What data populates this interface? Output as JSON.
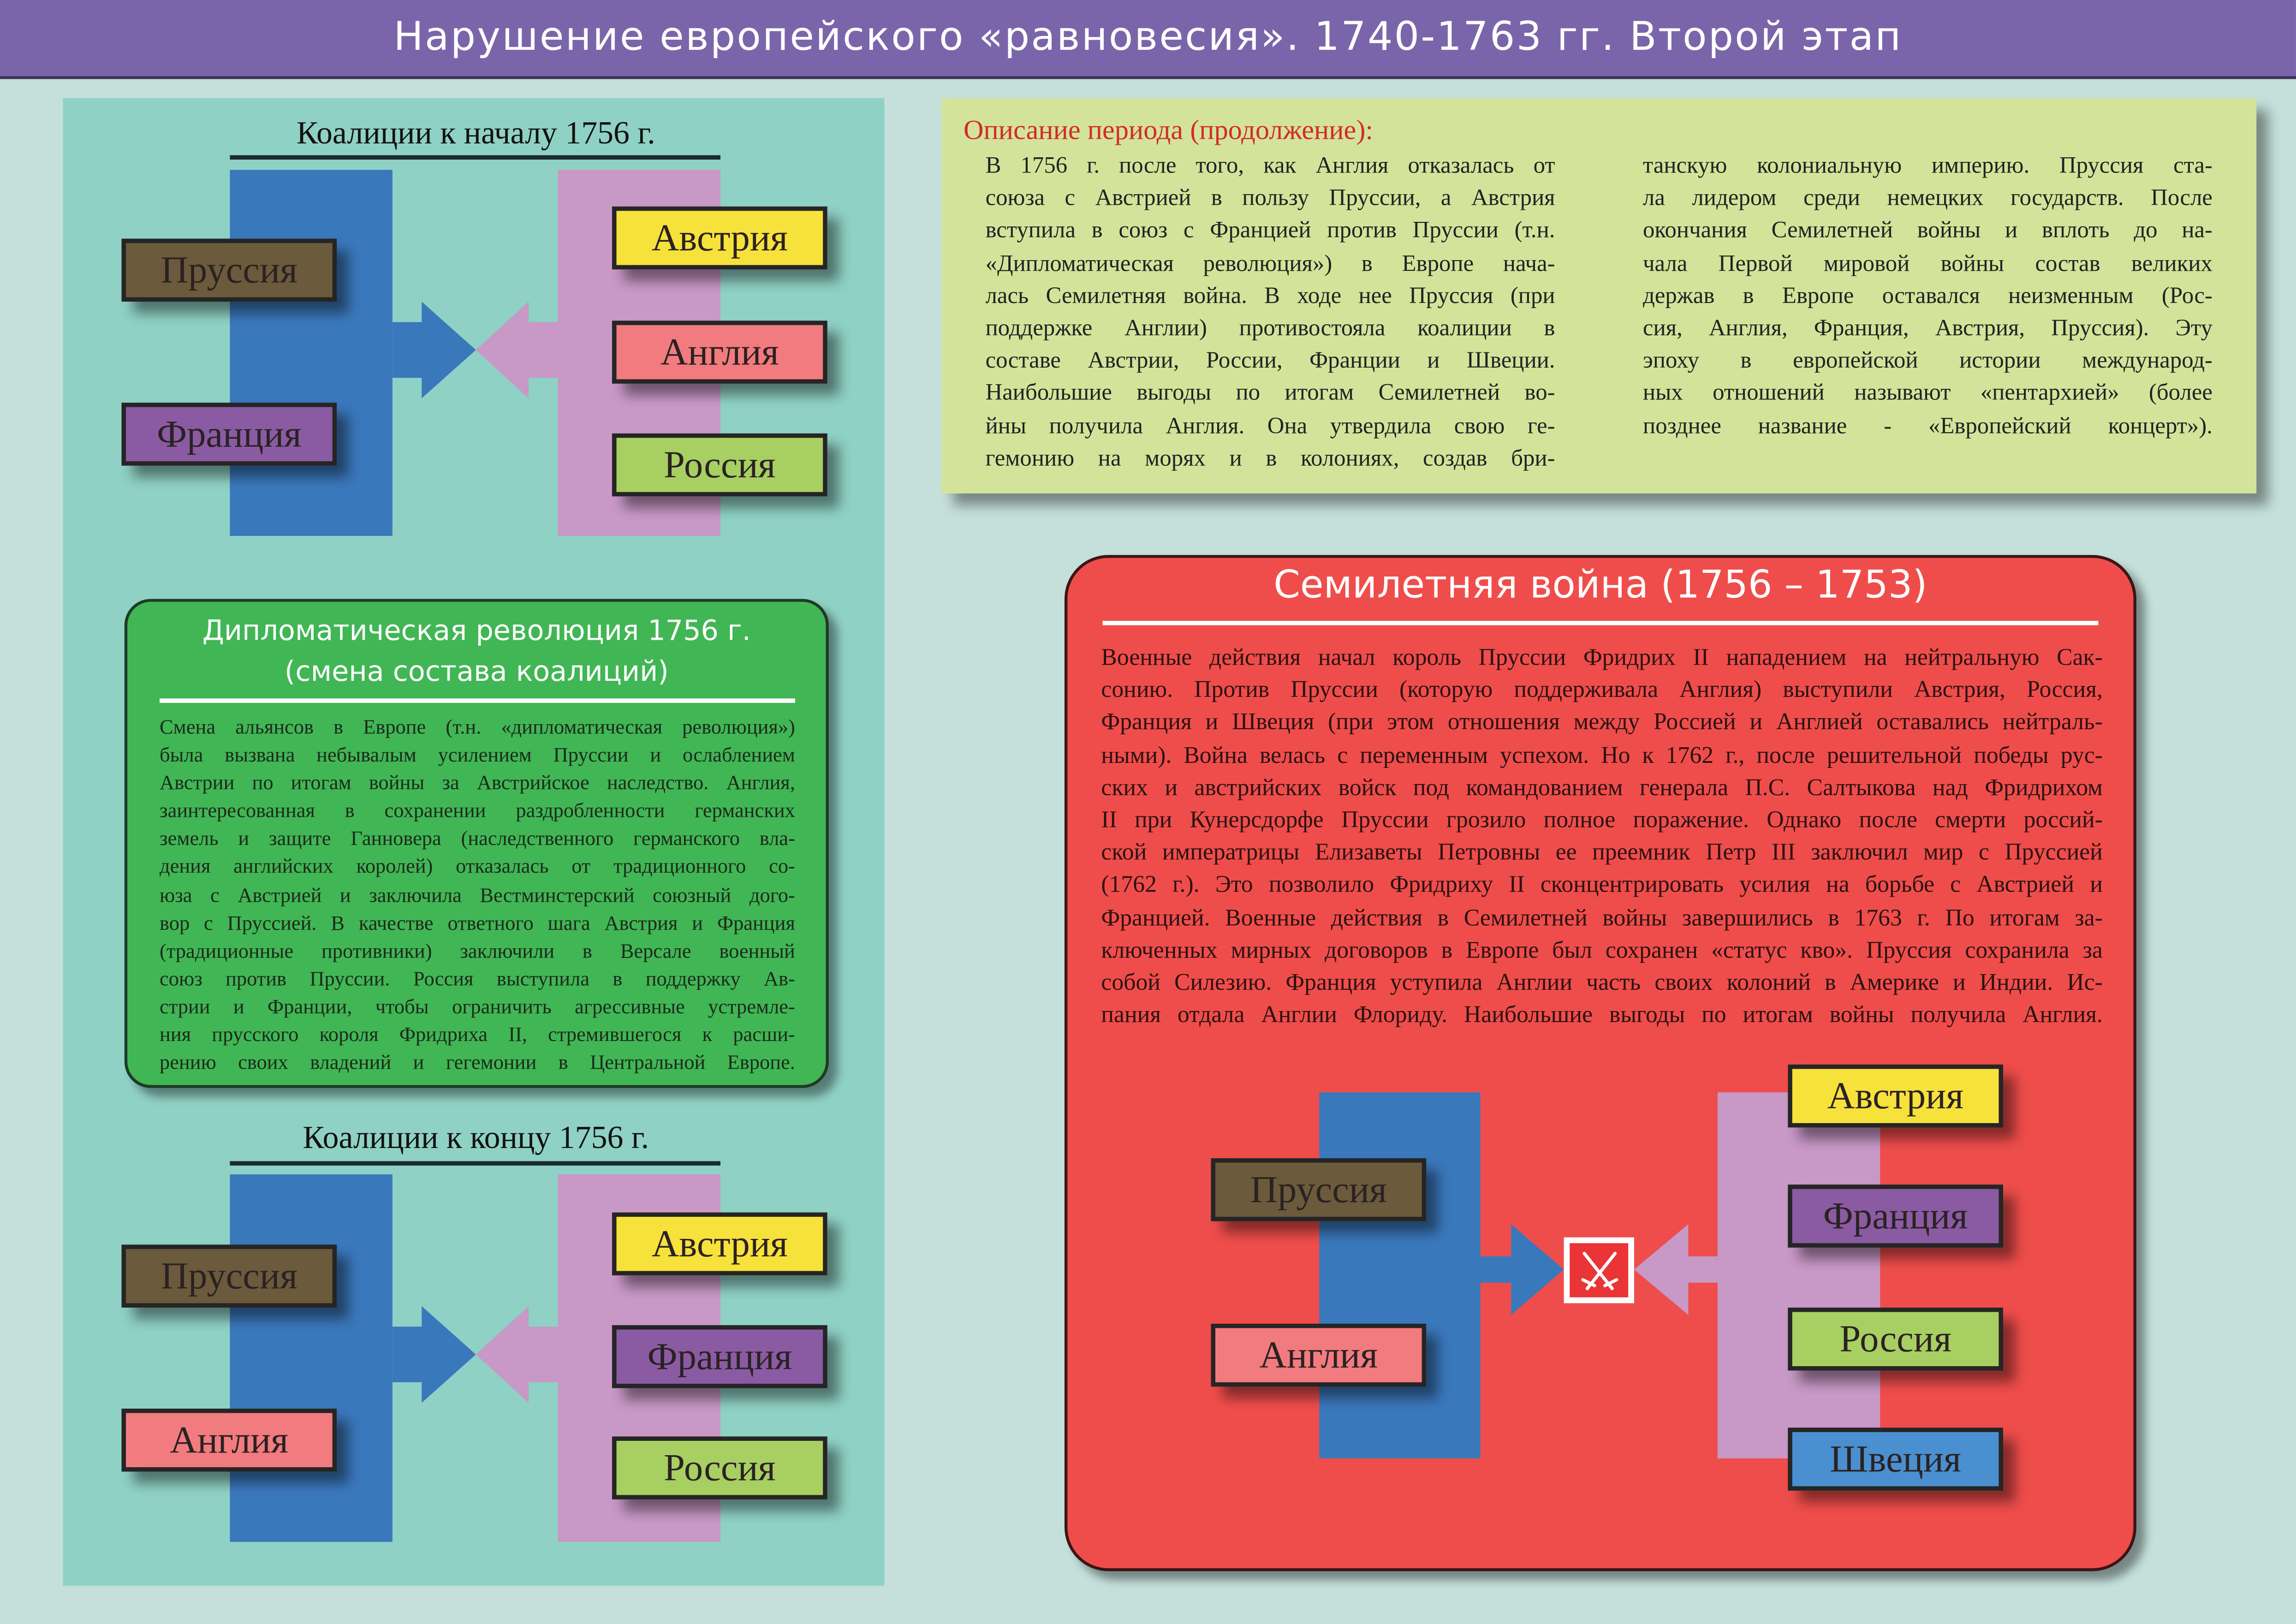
{
  "header": {
    "title": "Нарушение европейского «равновесия». 1740-1763 гг. Второй этап"
  },
  "colors": {
    "header": "#7b65aa",
    "left_panel": "#8fd1c5",
    "green_box": "#41b655",
    "yellow_box": "#d3e49a",
    "red_box": "#ef4d4b",
    "bloc_blue": "#3a78bc",
    "bloc_pink": "#c898c6"
  },
  "coalitions_start": {
    "title": "Коалиции к началу 1756 г.",
    "left": [
      "Пруссия",
      "Франция"
    ],
    "right": [
      "Австрия",
      "Англия",
      "Россия"
    ]
  },
  "diplomatic_revolution": {
    "title_line1": "Дипломатическая революция 1756 г.",
    "title_line2": "(смена состава коалиций)",
    "lines": [
      "Смена альянсов в Европе (т.н. «дипломатическая революция»)",
      "была  вызвана небывалым усилением Пруссии и ослаблением",
      "Австрии по итогам войны за Австрийское наследство. Англия,",
      "заинтересованная в сохранении раздробленности германских",
      "земель и защите Ганновера (наследственного германского вла-",
      "дения английских королей) отказалась от традиционного со-",
      "юза с Австрией и заключила Вестминстерский союзный дого-",
      "вор с Пруссией. В качестве ответного шага Австрия и Франция",
      "(традиционные противники) заключили в Версале военный",
      "союз против Пруссии. Россия выступила в поддержку Ав-",
      "стрии и Франции, чтобы ограничить агрессивные устремле-",
      "ния прусского короля Фридриха II, стремившегося к расши-",
      "рению своих владений и гегемонии в Центральной Европе."
    ]
  },
  "coalitions_end": {
    "title": "Коалиции к концу 1756 г.",
    "left": [
      "Пруссия",
      "Англия"
    ],
    "right": [
      "Австрия",
      "Франция",
      "Россия"
    ]
  },
  "period_description": {
    "heading": "Описание периода (продолжение):",
    "col1": [
      "В 1756 г. после того, как Англия отказалась от",
      "союза с Австрией в пользу Пруссии, а Австрия",
      "вступила в союз с Францией против Пруссии (т.н.",
      "«Дипломатическая революция») в Европе нача-",
      "лась Семилетняя война. В ходе нее Пруссия (при",
      "поддержке Англии) противостояла коалиции в",
      "составе Австрии, России, Франции и Швеции.",
      "Наибольшие выгоды по итогам Семилетней во-",
      "йны получила Англия. Она утвердила свою ге-",
      "гемонию на морях и в колониях, создав бри-"
    ],
    "col2": [
      "танскую колониальную империю. Пруссия ста-",
      "ла лидером среди немецких государств. После",
      "окончания Семилетней войны и вплоть до на-",
      "чала Первой мировой войны состав великих",
      "держав в Европе оставался неизменным (Рос-",
      "сия, Англия, Франция, Австрия, Пруссия). Эту",
      "эпоху в европейской истории международ-",
      "ных отношений называют «пентархией» (более",
      "позднее название - «Европейский концерт»)."
    ]
  },
  "seven_years_war": {
    "title": "Семилетняя война (1756 – 1753)",
    "lines": [
      "Военные действия начал король Пруссии Фридрих II нападением на нейтральную Сак-",
      "сонию. Против Пруссии (которую поддерживала Англия) выступили Австрия, Россия,",
      "Франция и Швеция (при этом отношения между Россией и Англией оставались нейтраль-",
      "ными). Война велась с переменным успехом. Но к 1762 г., после решительной победы рус-",
      "ских и австрийских войск под командованием генерала П.С. Салтыкова над Фридрихом",
      "II при Кунерсдорфе Пруссии грозило полное поражение. Однако после смерти россий-",
      "ской императрицы Елизаветы Петровны ее преемник Петр III заключил мир с Пруссией",
      "(1762 г.). Это позволило Фридриху II сконцентрировать усилия на борьбе с Австрией и",
      "Францией. Военные действия в Семилетней войны завершились в 1763 г. По итогам за-",
      "ключенных мирных договоров в Европе был сохранен «статус кво». Пруссия сохранила за",
      "собой Силезию. Франция уступила Англии часть своих колоний в Америке и Индии. Ис-",
      "пания отдала Англии Флориду. Наибольшие выгоды по итогам войны получила Англия."
    ],
    "left": [
      "Пруссия",
      "Англия"
    ],
    "right": [
      "Австрия",
      "Франция",
      "Россия",
      "Швеция"
    ],
    "battle_icon": "crossed-swords-icon"
  }
}
